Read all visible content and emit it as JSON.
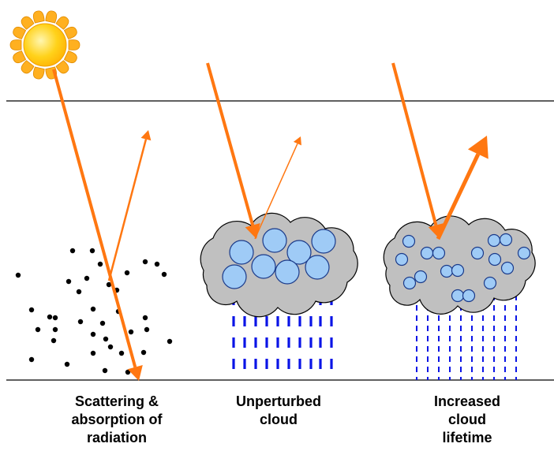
{
  "labels": {
    "scattering": "Scattering &\nabsorption of\nradiation",
    "unperturbed": "Unperturbed\ncloud",
    "increased": "Increased\ncloud\nlifetime"
  },
  "icons": {
    "sun": "sun-icon",
    "cloud": "cloud-icon",
    "rain": "rain-icon",
    "aerosol": "aerosol-particle-icon",
    "ray": "solar-ray-arrow-icon"
  },
  "colors": {
    "ray": "#ff7711",
    "cloud_fill": "#c0c0c0",
    "droplet_fill": "#9fcbf6",
    "droplet_stroke": "#1a3a8a",
    "rain": "#0a14e6",
    "sun_core": "#ffd21a",
    "sun_ray": "#ffb020",
    "particle": "#000000",
    "boundary_line": "#000000"
  }
}
